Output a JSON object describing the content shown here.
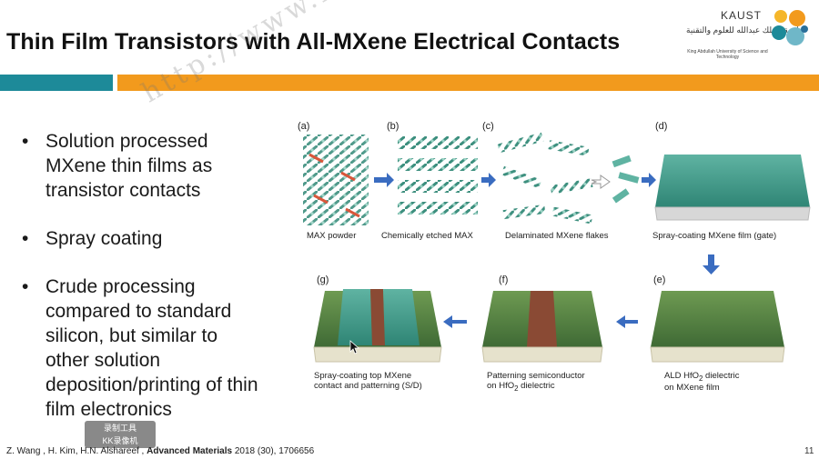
{
  "slide": {
    "title": "Thin Film Transistors with All-MXene Electrical Contacts",
    "page_number": "11"
  },
  "logo": {
    "name": "KAUST",
    "arabic": "جامعة الملك عبدالله للعلوم والتقنية",
    "english": "King Abdullah University of Science and Technology"
  },
  "bullets": [
    "Solution processed MXene thin films as transistor contacts",
    "Spray coating",
    "Crude processing compared to standard silicon, but similar to other solution deposition/printing of thin film electronics"
  ],
  "figure": {
    "panels": {
      "a": {
        "label": "(a)",
        "caption": "MAX powder"
      },
      "b": {
        "label": "(b)",
        "caption": "Chemically etched MAX"
      },
      "c": {
        "label": "(c)",
        "caption": "Delaminated MXene flakes"
      },
      "d": {
        "label": "(d)",
        "caption": "Spray-coating MXene film (gate)"
      },
      "e": {
        "label": "(e)",
        "caption_line1": "ALD HfO",
        "caption_sub": "2",
        "caption_line1b": " dielectric",
        "caption_line2": "on MXene film"
      },
      "f": {
        "label": "(f)",
        "caption_line1": "Patterning semiconductor",
        "caption_line2a": "on HfO",
        "caption_sub": "2",
        "caption_line2b": " dielectric"
      },
      "g": {
        "label": "(g)",
        "caption_line1": "Spray-coating top MXene",
        "caption_line2": "contact and patterning  (S/D)"
      }
    }
  },
  "footer": {
    "authors": "Z. Wang , H. Kim, H.N. Alshareef ,",
    "journal": "Advanced Materials",
    "ref": "2018 (30), 1706656"
  },
  "watermark": "http://www.nanomxenes.com",
  "stamp": {
    "line1": "录制工具",
    "line2": "KK录像机"
  },
  "colors": {
    "teal": "#1d8a99",
    "orange": "#f29a1d",
    "arrow": "#3a6cc0",
    "mxene": "#3f9a8a"
  }
}
